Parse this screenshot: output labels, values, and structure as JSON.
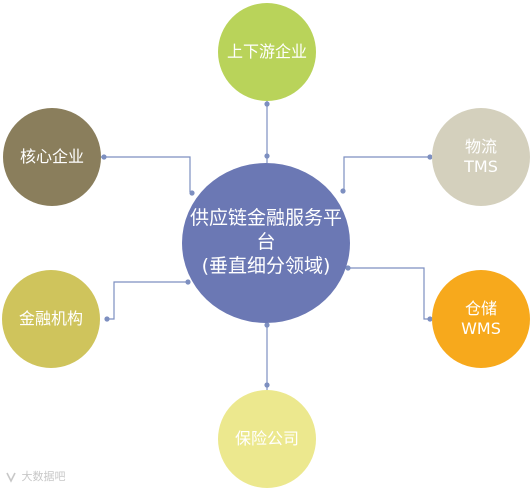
{
  "center": {
    "line1": "供应链金融服务平台",
    "line2": "(垂直细分领域)",
    "color": "#6b78b4"
  },
  "nodes": {
    "top": {
      "line1": "上下游企业",
      "color": "#b9d35a"
    },
    "left1": {
      "line1": "核心企业",
      "color": "#8a7e5c"
    },
    "right1": {
      "line1": "物流",
      "line2": "TMS",
      "color": "#d4d0bd"
    },
    "left2": {
      "line1": "金融机构",
      "color": "#cfc45c"
    },
    "right2": {
      "line1": "仓储",
      "line2": "WMS",
      "color": "#f7a91c"
    },
    "bottom": {
      "line1": "保险公司",
      "color": "#ece88e"
    }
  },
  "connector_color": "#7d8fc0",
  "watermark": {
    "text": "大数据吧"
  }
}
